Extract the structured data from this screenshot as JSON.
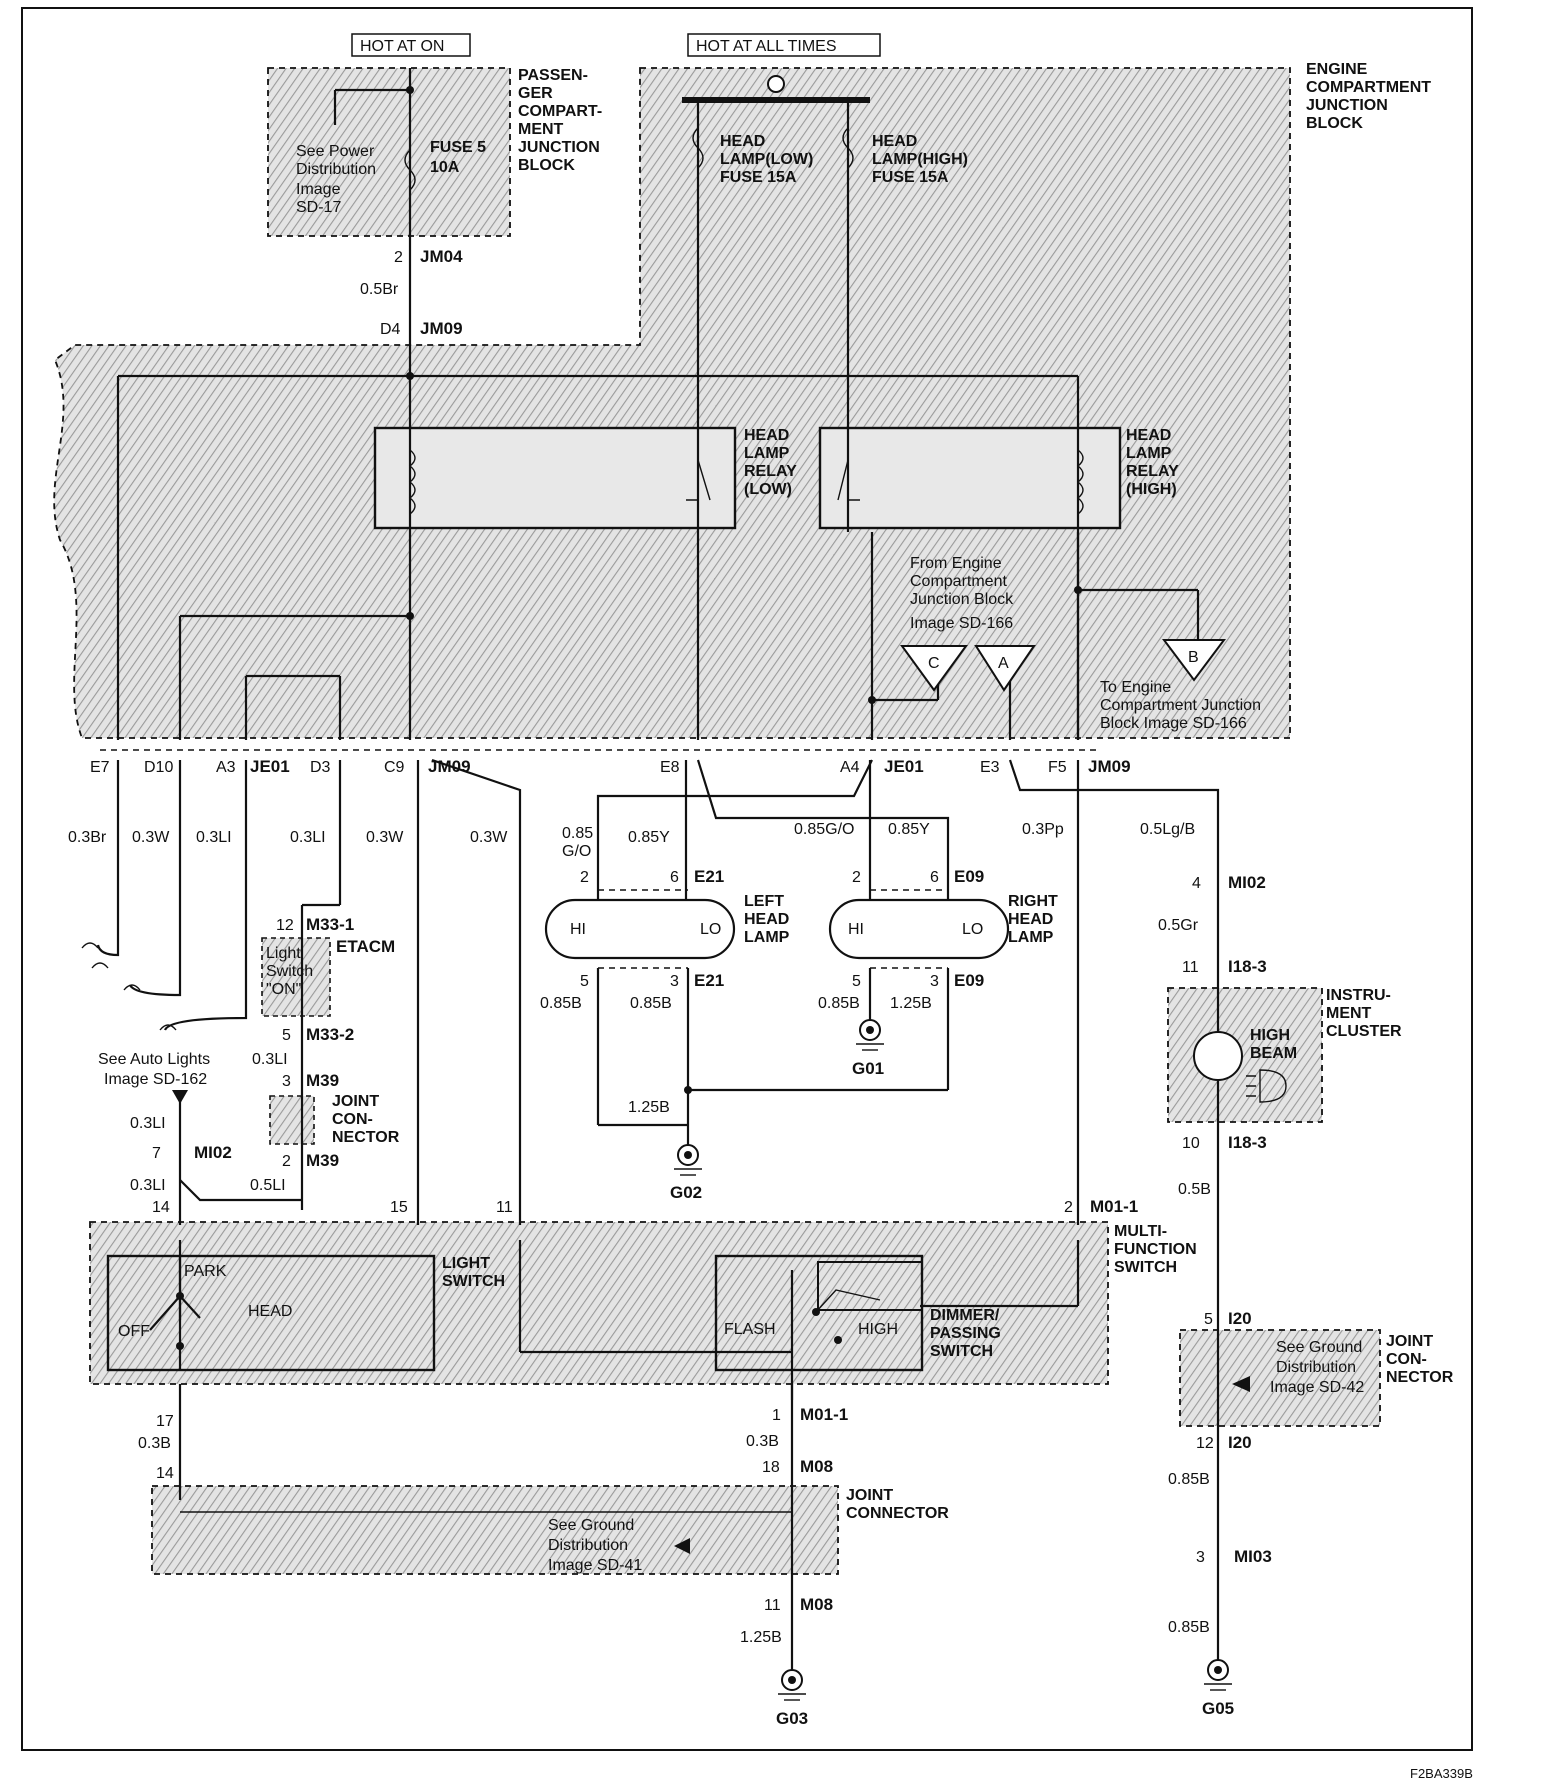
{
  "code": "F2BA339B",
  "hot_at_on": "HOT AT ON",
  "hot_at_all_times": "HOT AT ALL TIMES",
  "pjb": {
    "label": [
      "PASSEN-",
      "GER",
      "COMPART-",
      "MENT",
      "JUNCTION",
      "BLOCK"
    ],
    "note": [
      "See Power",
      "Distribution",
      "Image",
      "SD-17"
    ],
    "fuse": [
      "FUSE 5",
      "10A"
    ]
  },
  "ejb": {
    "label": [
      "ENGINE",
      "COMPARTMENT",
      "JUNCTION",
      "BLOCK"
    ],
    "fuse_low": [
      "HEAD",
      "LAMP(LOW)",
      "FUSE 15A"
    ],
    "fuse_high": [
      "HEAD",
      "LAMP(HIGH)",
      "FUSE 15A"
    ],
    "relay_low": [
      "HEAD",
      "LAMP",
      "RELAY",
      "(LOW)"
    ],
    "relay_high": [
      "HEAD",
      "LAMP",
      "RELAY",
      "(HIGH)"
    ],
    "from_note": [
      "From Engine",
      "Compartment",
      "Junction Block",
      "Image  SD-166"
    ],
    "to_note": [
      "To Engine",
      "Compartment Junction",
      "Block   Image SD-166"
    ],
    "offpage": [
      "C",
      "A",
      "B"
    ]
  },
  "connectors": {
    "jm04": "JM04",
    "jm09": "JM09",
    "je01": "JE01",
    "m33_1": "M33-1",
    "m33_2": "M33-2",
    "m39": "M39",
    "mi02": "MI02",
    "mi03": "MI03",
    "e21": "E21",
    "e09": "E09",
    "i18_3": "I18-3",
    "m01_1": "M01-1",
    "m08": "M08",
    "i20": "I20"
  },
  "pins": {
    "jm04_2": "2",
    "d4": "D4",
    "e7": "E7",
    "d10": "D10",
    "a3": "A3",
    "d3": "D3",
    "c9": "C9",
    "e8": "E8",
    "a4": "A4",
    "e3": "E3",
    "f5": "F5",
    "p12": "12",
    "p5": "5",
    "p3": "3",
    "p2": "2",
    "p7": "7",
    "p14": "14",
    "p15": "15",
    "p11": "11",
    "p2b": "2",
    "p4": "4",
    "p11b": "11",
    "p10": "10",
    "p5b": "5",
    "p12b": "12",
    "p3b": "3",
    "p17": "17",
    "p14b": "14",
    "p1": "1",
    "p18": "18",
    "p11c": "11",
    "l2": "2",
    "l6": "6",
    "l5": "5",
    "l3": "3",
    "r2": "2",
    "r6": "6",
    "r5": "5",
    "r3": "3"
  },
  "wires": {
    "br05": "0.5Br",
    "br03": "0.3Br",
    "w03a": "0.3W",
    "li03a": "0.3LI",
    "li03b": "0.3LI",
    "w03b": "0.3W",
    "w03c": "0.3W",
    "go085": [
      "0.85",
      "G/O"
    ],
    "y085": "0.85Y",
    "go085b": "0.85G/O",
    "y085b": "0.85Y",
    "pp03": "0.3Pp",
    "lgb05": "0.5Lg/B",
    "gr05": "0.5Gr",
    "b085a": "0.85B",
    "b085b": "0.85B",
    "b085c": "0.85B",
    "b125a": "1.25B",
    "b125b": "1.25B",
    "li03c": "0.3LI",
    "li03d": "0.3LI",
    "li03e": "0.3LI",
    "li05": "0.5LI",
    "b05": "0.5B",
    "b03a": "0.3B",
    "b03b": "0.3B",
    "b125c": "1.25B",
    "b085d": "0.85B",
    "b085e": "0.85B"
  },
  "components": {
    "etacm": "ETACM",
    "light_switch_on": [
      "Light",
      "Switch",
      "\"ON\""
    ],
    "joint_conn": [
      "JOINT",
      "CON-",
      "NECTOR"
    ],
    "auto_lights": [
      "See Auto Lights",
      "Image  SD-162"
    ],
    "left_lamp": [
      "LEFT",
      "HEAD",
      "LAMP"
    ],
    "right_lamp": [
      "RIGHT",
      "HEAD",
      "LAMP"
    ],
    "hi": "HI",
    "lo": "LO",
    "instrument": [
      "INSTRU-",
      "MENT",
      "CLUSTER"
    ],
    "high_beam": [
      "HIGH",
      "BEAM"
    ],
    "multifunction": [
      "MULTI-",
      "FUNCTION",
      "SWITCH"
    ],
    "light_switch": [
      "LIGHT",
      "SWITCH"
    ],
    "park": "PARK",
    "head": "HEAD",
    "off": "OFF",
    "flash": "FLASH",
    "high": "HIGH",
    "dimmer": [
      "DIMMER/",
      "PASSING",
      "SWITCH"
    ],
    "joint_conn2": [
      "JOINT",
      "CONNECTOR"
    ],
    "gnd41": [
      "See Ground",
      "Distribution",
      "Image SD-41"
    ],
    "gnd42": [
      "See Ground",
      "Distribution",
      "Image SD-42"
    ],
    "joint_conn3": [
      "JOINT",
      "CON-",
      "NECTOR"
    ]
  },
  "grounds": {
    "g01": "G01",
    "g02": "G02",
    "g03": "G03",
    "g05": "G05"
  }
}
